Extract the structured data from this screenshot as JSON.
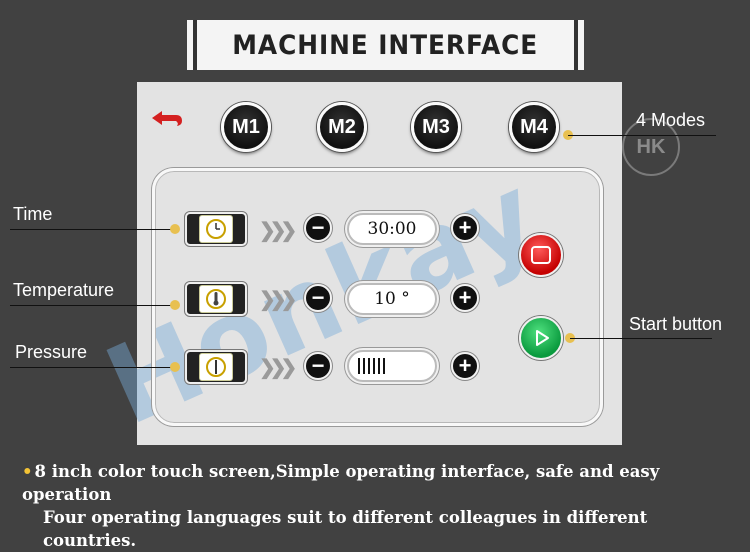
{
  "title": "MACHINE INTERFACE",
  "modes": [
    "M1",
    "M2",
    "M3",
    "M4"
  ],
  "controls": [
    {
      "name": "Time",
      "value": "30:00",
      "icon": "clock-icon"
    },
    {
      "name": "Temperature",
      "value": "10 °",
      "icon": "thermometer-icon"
    },
    {
      "name": "Pressure",
      "value": "",
      "icon": "pressure-gauge-icon"
    }
  ],
  "labels": {
    "modes": "4 Modes",
    "time": "Time",
    "temperature": "Temperature",
    "pressure": "Pressure",
    "start": "Start button"
  },
  "buttons": {
    "minus": "−",
    "plus": "+"
  },
  "watermark": "Honkay",
  "logo_text": "HK",
  "footer": {
    "line1": "8 inch color touch screen,Simple operating interface, safe and easy operation",
    "line2": "Four operating languages suit to different colleagues in different countries."
  },
  "colors": {
    "background": "#414141",
    "panel": "#e3e3e3",
    "accent_dot": "#e8c050",
    "stop": "#d40000",
    "start": "#16b04a"
  }
}
